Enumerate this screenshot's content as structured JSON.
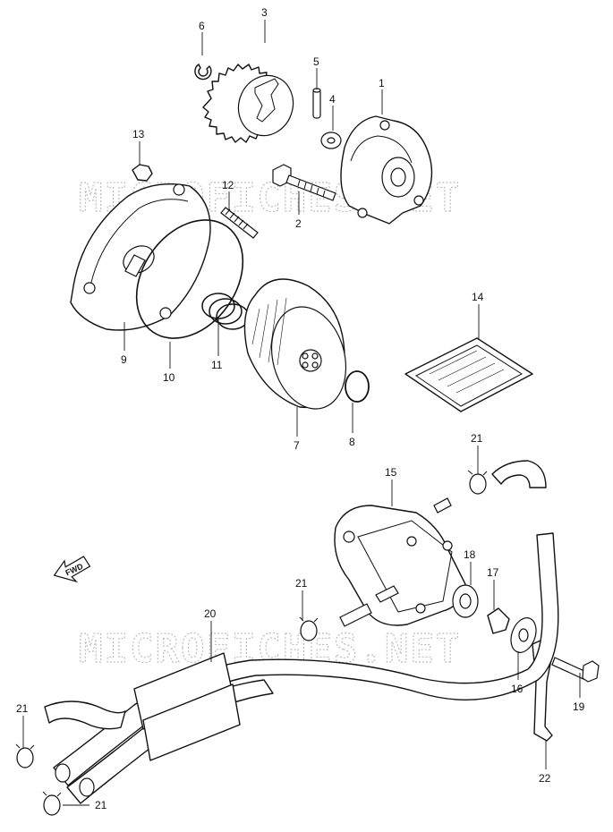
{
  "watermark": {
    "text": "MICROFICHES.NET"
  },
  "direction_arrow": {
    "label": "FWD"
  },
  "callouts": [
    {
      "id": "c1",
      "label": "1"
    },
    {
      "id": "c2",
      "label": "2"
    },
    {
      "id": "c3",
      "label": "3"
    },
    {
      "id": "c4",
      "label": "4"
    },
    {
      "id": "c5",
      "label": "5"
    },
    {
      "id": "c6",
      "label": "6"
    },
    {
      "id": "c7",
      "label": "7"
    },
    {
      "id": "c8",
      "label": "8"
    },
    {
      "id": "c9",
      "label": "9"
    },
    {
      "id": "c10",
      "label": "10"
    },
    {
      "id": "c11",
      "label": "11"
    },
    {
      "id": "c12",
      "label": "12"
    },
    {
      "id": "c13",
      "label": "13"
    },
    {
      "id": "c14",
      "label": "14"
    },
    {
      "id": "c15",
      "label": "15"
    },
    {
      "id": "c16",
      "label": "16"
    },
    {
      "id": "c17",
      "label": "17"
    },
    {
      "id": "c18",
      "label": "18"
    },
    {
      "id": "c19",
      "label": "19"
    },
    {
      "id": "c20",
      "label": "20"
    },
    {
      "id": "c21a",
      "label": "21"
    },
    {
      "id": "c21b",
      "label": "21"
    },
    {
      "id": "c21c",
      "label": "21"
    },
    {
      "id": "c21d",
      "label": "21"
    },
    {
      "id": "c22",
      "label": "22"
    }
  ]
}
